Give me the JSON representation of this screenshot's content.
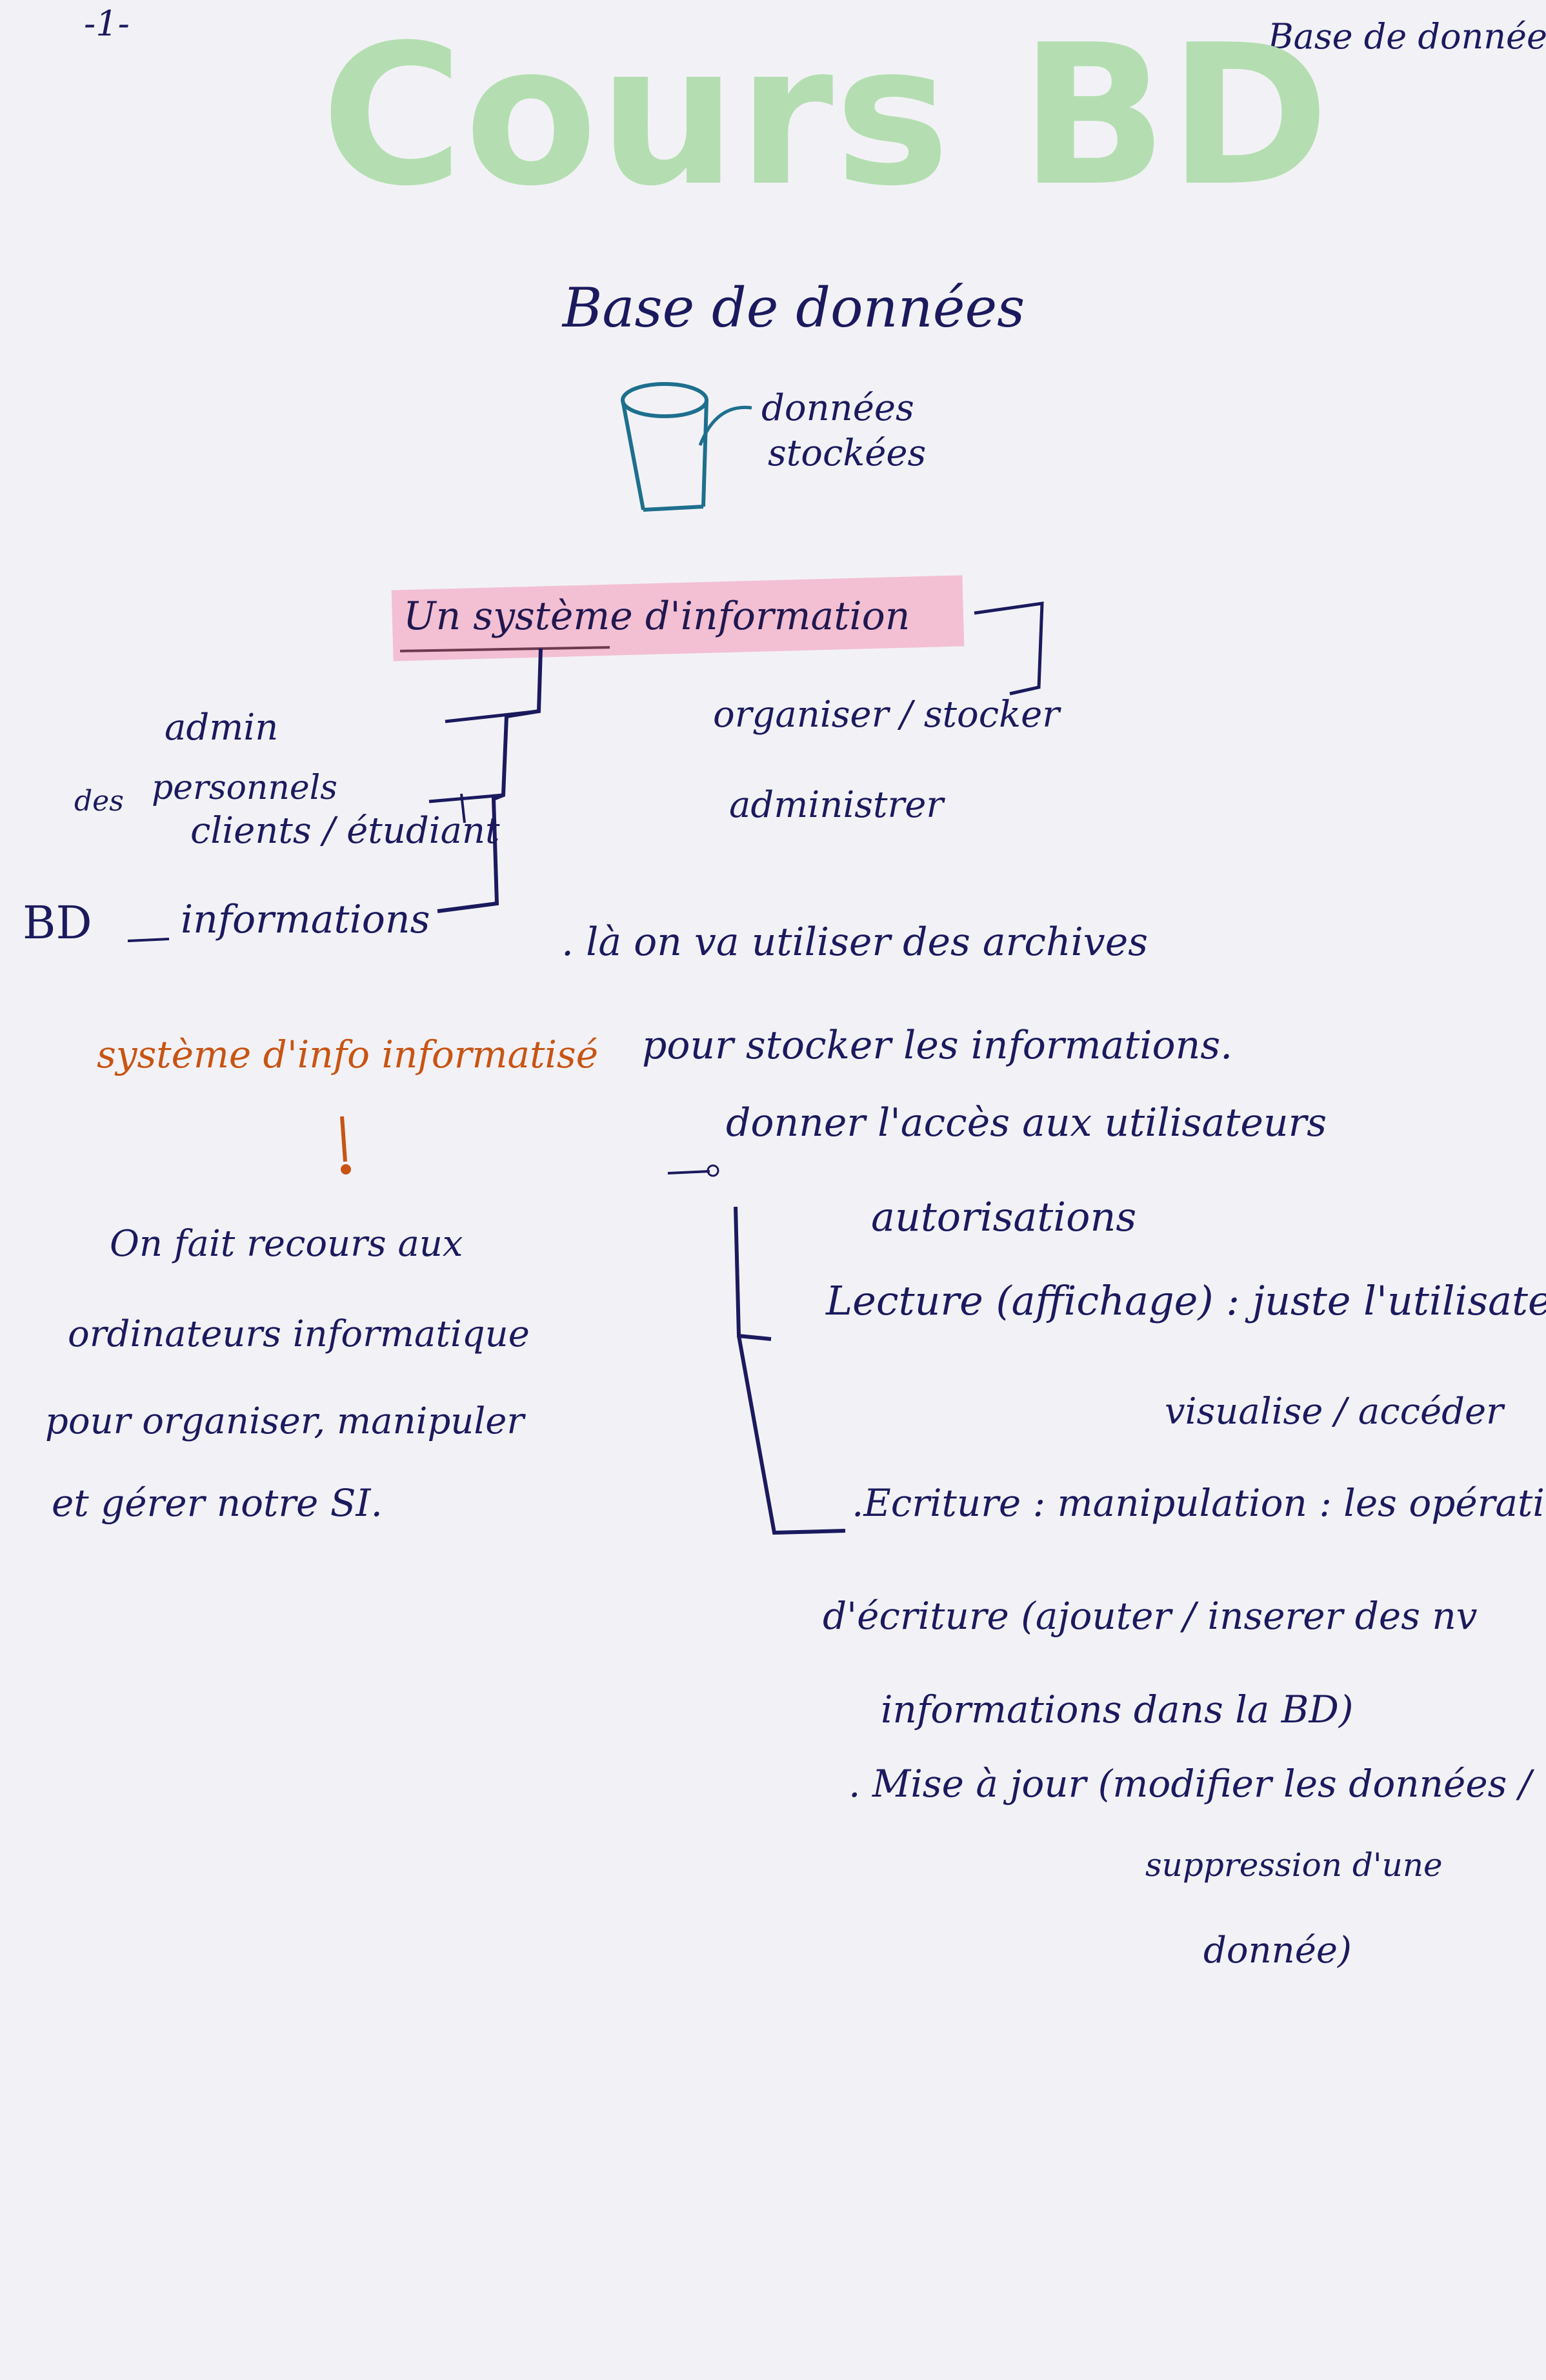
{
  "page": {
    "number": "-1-",
    "corner_title": "Base de données",
    "title": "Cours BD"
  },
  "db_section": {
    "heading": "Base de données",
    "label_line1": "données",
    "label_line2": "stockées"
  },
  "si_section": {
    "heading": "Un système d'information",
    "left_items": {
      "admin": "admin",
      "des": "des",
      "personnels": "personnels",
      "clients": "clients / étudiant",
      "bd": "BD",
      "informations": "informations"
    },
    "right_items": {
      "organiser": "organiser / stocker",
      "administrer": "administrer"
    }
  },
  "archives_note": {
    "line1": ". là on va utiliser des archives",
    "line2": "pour stocker les informations."
  },
  "sii": {
    "label": "système d'info informatisé",
    "text_lines": [
      "On fait recours aux",
      "ordinateurs informatique",
      "pour organiser, manipuler",
      "et gérer notre SI."
    ]
  },
  "access": {
    "donner": "donner l'accès aux utilisateurs",
    "autorisations": "autorisations",
    "lecture": "Lecture (affichage) : juste l'utilisateur",
    "visualise": "visualise / accéder",
    "ecriture": ".Ecriture : manipulation : les opérations",
    "ecriture_line2": "d'écriture (ajouter / inserer des nv",
    "ecriture_line3": "informations dans la BD)",
    "maj": ". Mise à jour (modifier les données /",
    "suppression": "suppression d'une",
    "donnee": "donnée)"
  },
  "colors": {
    "paper": "#f2f2f6",
    "ink_navy": "#1b1a5e",
    "ink_teal": "#1e6f8e",
    "title_green": "#b4deb1",
    "highlight_pink": "#f3b6cc",
    "ink_orange": "#c85414"
  }
}
